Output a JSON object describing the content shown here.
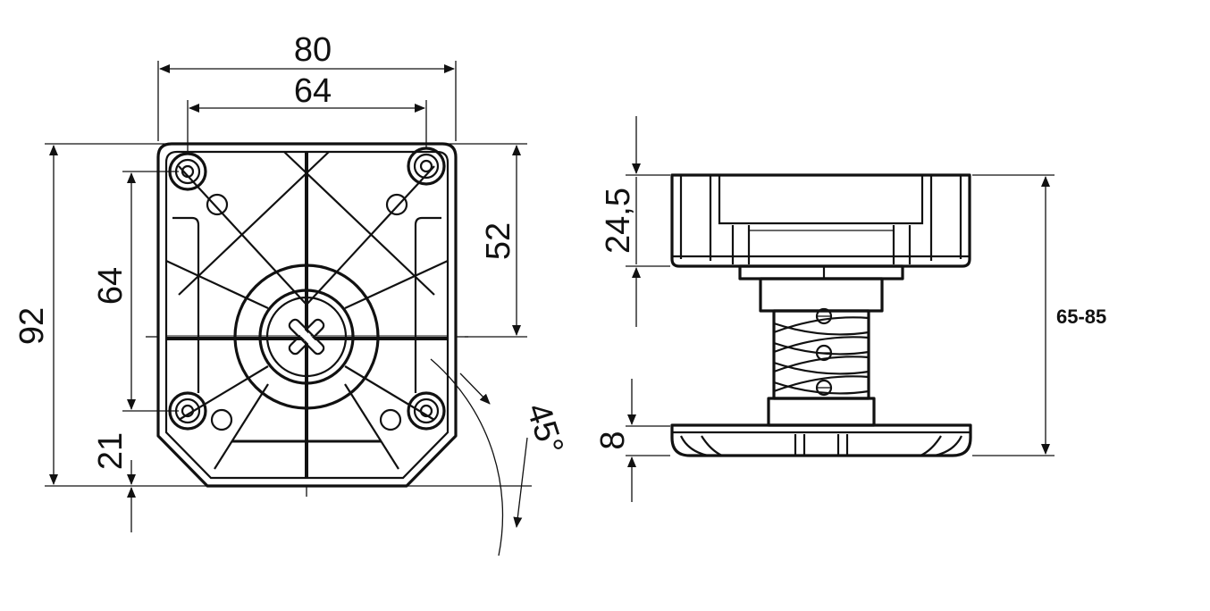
{
  "diagram": {
    "palette": {
      "line": "#111111",
      "background": "#ffffff"
    },
    "plan_view": {
      "dimensions": {
        "overall_width": "80",
        "hole_spacing_x": "64",
        "overall_height": "92",
        "hole_spacing_y": "64",
        "upper_offset": "52",
        "lower_offset": "21",
        "chamfer_angle": "45°"
      }
    },
    "side_view": {
      "dimensions": {
        "top_plate_height": "24,5",
        "base_height": "8",
        "adjustable_height": "65-85"
      }
    }
  }
}
